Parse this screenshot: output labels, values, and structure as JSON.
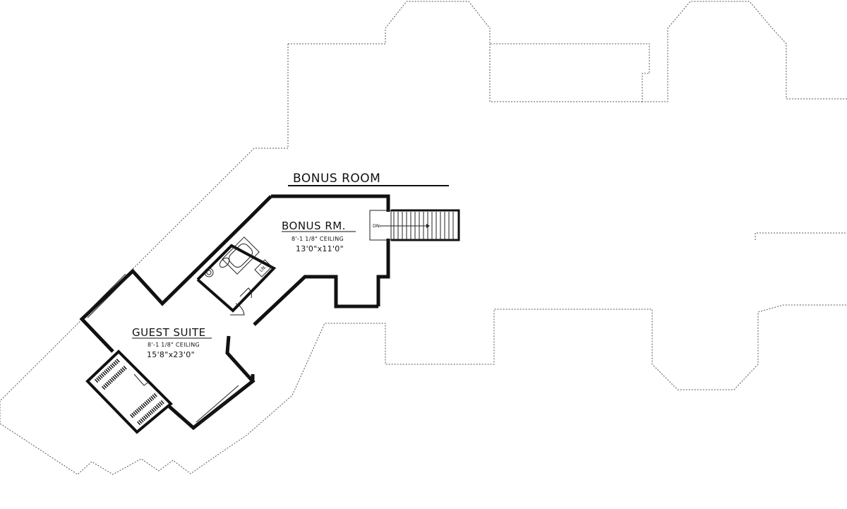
{
  "plan": {
    "section_title": "BONUS ROOM",
    "rooms": [
      {
        "name": "BONUS RM.",
        "ceiling": "8'-1 1/8\" CEILING",
        "size": "13'0\"x11'0\""
      },
      {
        "name": "GUEST SUITE",
        "ceiling": "8'-1 1/8\" CEILING",
        "size": "15'8\"x23'0\""
      }
    ],
    "stair_label": "DN.",
    "linen_label": "LN."
  }
}
